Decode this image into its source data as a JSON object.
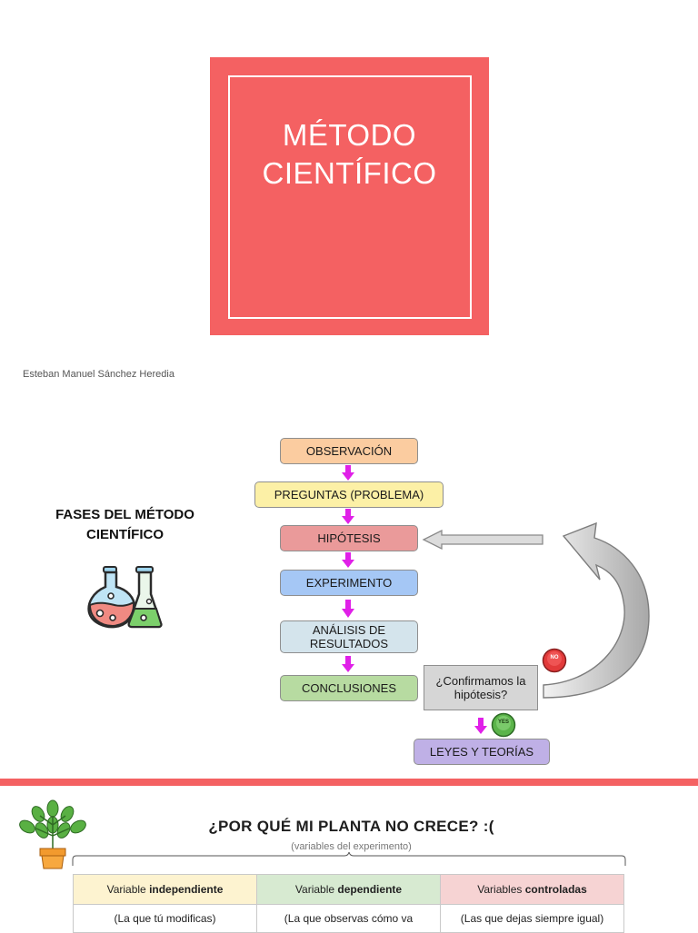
{
  "title": {
    "line1": "MÉTODO",
    "line2": "CIENTÍFICO"
  },
  "author": "Esteban Manuel Sánchez Heredia",
  "phases": {
    "heading_line1": "FASES DEL MÉTODO",
    "heading_line2": "CIENTÍFICO",
    "steps": [
      {
        "label": "OBSERVACIÓN",
        "color": "#fbcca0"
      },
      {
        "label": "PREGUNTAS (PROBLEMA)",
        "color": "#fcf0a6"
      },
      {
        "label": "HIPÓTESIS",
        "color": "#ea9a9a"
      },
      {
        "label": "EXPERIMENTO",
        "color": "#a5c7f5"
      },
      {
        "label": "ANÁLISIS DE RESULTADOS",
        "color": "#d4e4ec"
      },
      {
        "label": "CONCLUSIONES",
        "color": "#b7dba1"
      }
    ],
    "question": {
      "line1": "¿Confirmamos la",
      "line2": "hipótesis?",
      "color": "#d6d6d6"
    },
    "no_badge": "NO",
    "yes_badge": "YES",
    "laws": {
      "label": "LEYES Y TEORÍAS",
      "color": "#bfb0e6"
    },
    "arrow_color": "#e020e8",
    "accent_red": "#f46162"
  },
  "experiment": {
    "heading": "¿POR QUÉ MI PLANTA NO CRECE? :(",
    "subheading": "(variables del experimento)",
    "columns": [
      {
        "prefix": "Variable ",
        "bold": "independiente",
        "desc": "(La que tú modificas)",
        "color": "#fdf3d0"
      },
      {
        "prefix": "Variable ",
        "bold": "dependiente",
        "desc": "(La que observas cómo va",
        "color": "#d7ead1"
      },
      {
        "prefix": "Variables ",
        "bold": "controladas",
        "desc": "(Las que dejas siempre igual)",
        "color": "#f6d3d3"
      }
    ]
  }
}
